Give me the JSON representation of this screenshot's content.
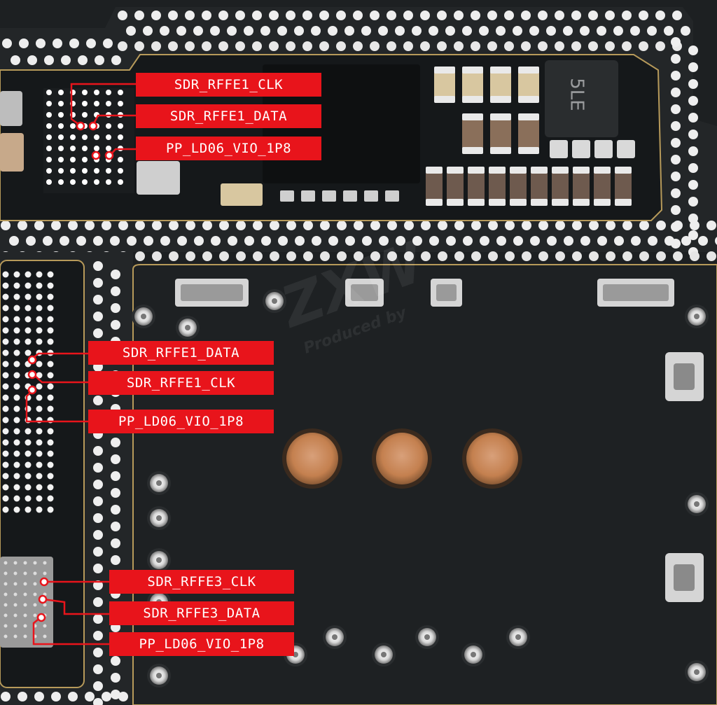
{
  "image": {
    "description_tag": "pcb-board-photo"
  },
  "labels": {
    "top_group": [
      "SDR_RFFE1_CLK",
      "SDR_RFFE1_DATA",
      "PP_LD06_VIO_1P8"
    ],
    "middle_group": [
      "SDR_RFFE1_DATA",
      "SDR_RFFE1_CLK",
      "PP_LD06_VIO_1P8"
    ],
    "bottom_group": [
      "SDR_RFFE3_CLK",
      "SDR_RFFE3_DATA",
      "PP_LD06_VIO_1P8"
    ]
  },
  "chip_marking": "5LE",
  "watermark": {
    "brand": "ZXW",
    "tagline": "Produced by"
  },
  "colors": {
    "label_bg": "#e8141b",
    "label_text": "#ffffff",
    "trace": "#e8141b",
    "board": "#1b1e20",
    "pad": "#f2f2f2",
    "copper": "#c98a5a",
    "gold_outline": "#b79a5a"
  }
}
